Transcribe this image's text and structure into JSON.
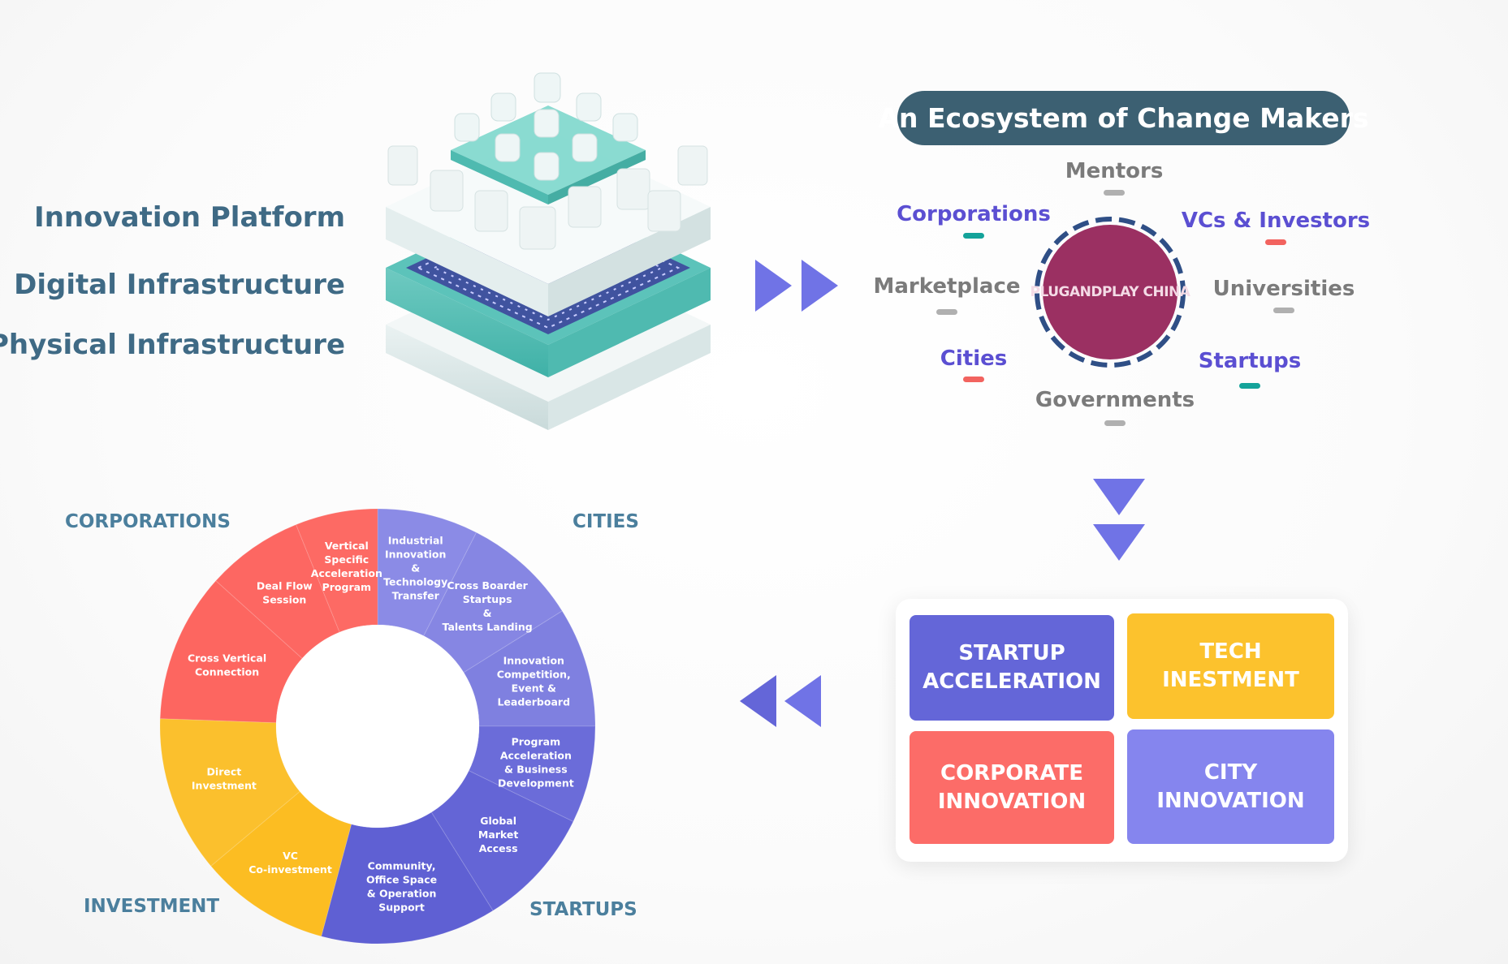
{
  "stack": {
    "labels": [
      "Innovation Platform",
      "Digital Infrastructure",
      "Physical Infrastructure"
    ]
  },
  "ecosystem": {
    "title": "An Ecosystem of Change Makers",
    "center_logo": "PLUGANDPLAY CHINA",
    "nodes": [
      {
        "label": "Mentors",
        "color": "#7b7b7b",
        "dash": "#b0b0b0"
      },
      {
        "label": "Corporations",
        "color": "#5b4fd2",
        "dash": "#14a39a"
      },
      {
        "label": "VCs & Investors",
        "color": "#5b4fd2",
        "dash": "#f2635f"
      },
      {
        "label": "Marketplace",
        "color": "#7b7b7b",
        "dash": "#b0b0b0"
      },
      {
        "label": "Universities",
        "color": "#7b7b7b",
        "dash": "#b0b0b0"
      },
      {
        "label": "Cities",
        "color": "#5b4fd2",
        "dash": "#f2635f"
      },
      {
        "label": "Startups",
        "color": "#5b4fd2",
        "dash": "#14a39a"
      },
      {
        "label": "Governments",
        "color": "#7b7b7b",
        "dash": "#b0b0b0"
      }
    ]
  },
  "services": {
    "tiles": [
      {
        "label": "STARTUP\nACCELERATION",
        "color": "#6466d8"
      },
      {
        "label": "TECH\nINESTMENT",
        "color": "#fcc22d"
      },
      {
        "label": "CORPORATE\nINNOVATION",
        "color": "#fc6c68"
      },
      {
        "label": "CITY\nINNOVATION",
        "color": "#8585ee"
      }
    ]
  },
  "programs": {
    "categories": [
      "CORPORATIONS",
      "CITIES",
      "INVESTMENT",
      "STARTUPS"
    ],
    "segments": [
      {
        "lines": [
          "Industrial",
          "Innovation",
          "&",
          "Technology",
          "Transfer"
        ],
        "color": "#8b8be6"
      },
      {
        "lines": [
          "Cross Boarder",
          "Startups",
          "&",
          "Talents Landing"
        ],
        "color": "#8686e3"
      },
      {
        "lines": [
          "Innovation",
          "Competition,",
          "Event &",
          "Leaderboard"
        ],
        "color": "#7f80e0"
      },
      {
        "lines": [
          "Program",
          "Acceleration",
          "& Business",
          "Development"
        ],
        "color": "#6b6cd9"
      },
      {
        "lines": [
          "Global",
          "Market",
          "Access"
        ],
        "color": "#6465d6"
      },
      {
        "lines": [
          "Community,",
          "Office Space",
          "& Operation",
          "Support"
        ],
        "color": "#5f60d3"
      },
      {
        "lines": [
          "VC",
          "Co-investment"
        ],
        "color": "#fcbd22"
      },
      {
        "lines": [
          "Direct",
          "Investment"
        ],
        "color": "#fbc02d"
      },
      {
        "lines": [
          "Cross Vertical",
          "Connection"
        ],
        "color": "#fd6660"
      },
      {
        "lines": [
          "Deal Flow",
          "Session"
        ],
        "color": "#fd6762"
      },
      {
        "lines": [
          "Vertical",
          "Specific",
          "Acceleration",
          "Program"
        ],
        "color": "#fd6a64"
      }
    ]
  },
  "colors": {
    "arrow": "#7073e6",
    "pill": "#3c6072",
    "stack_label": "#3f6a85",
    "category_label": "#4b7f9d"
  }
}
